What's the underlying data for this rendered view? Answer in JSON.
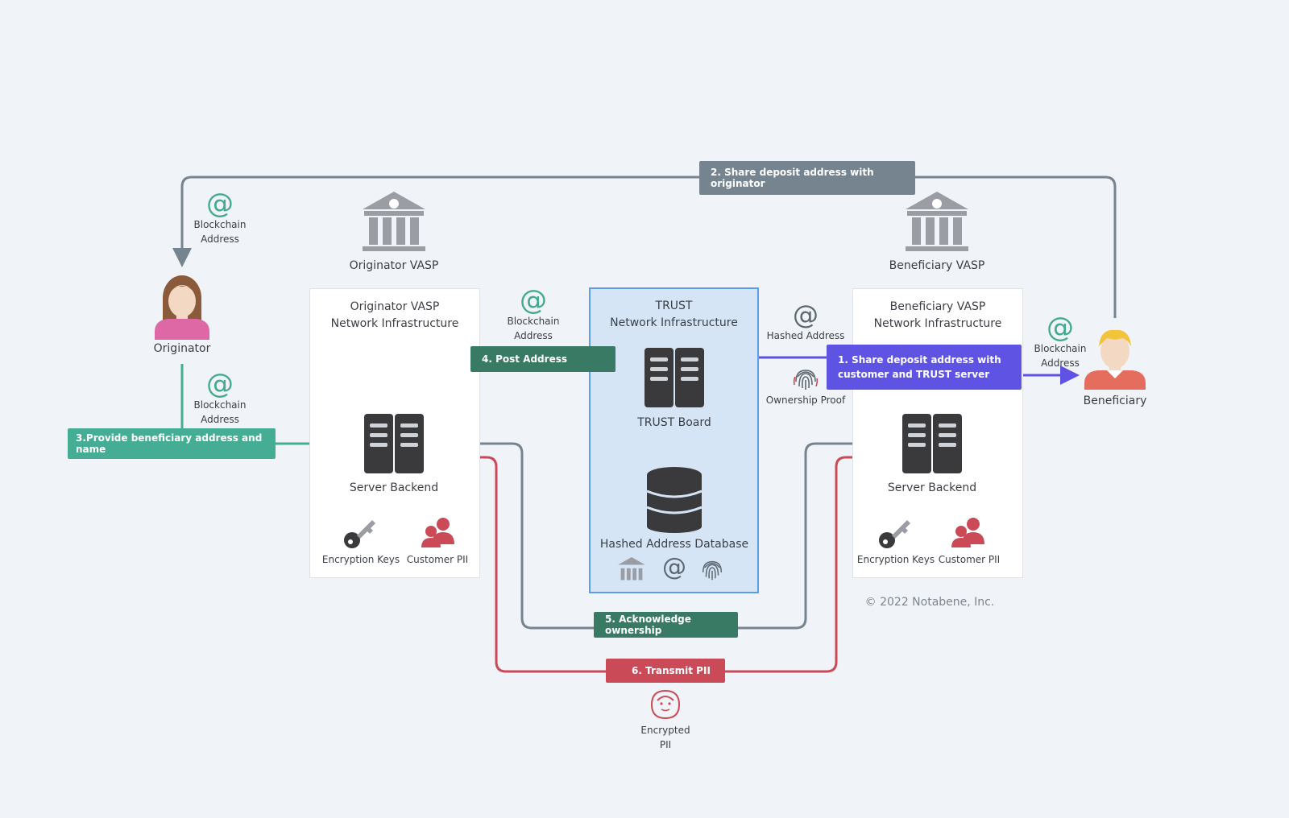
{
  "steps": {
    "step1": "1.  Share deposit address with customer and TRUST server",
    "step2": "2.  Share deposit address with originator",
    "step3": "3.Provide beneficiary address and name",
    "step4": "4.  Post Address",
    "step5": "5.  Acknowledge ownership",
    "step6": "6.  Transmit PII"
  },
  "actors": {
    "originator": "Originator",
    "beneficiary": "Beneficiary"
  },
  "vasps": {
    "originator": "Originator VASP",
    "beneficiary": "Beneficiary VASP"
  },
  "panels": {
    "originator_title_1": "Originator VASP",
    "originator_title_2": "Network Infrastructure",
    "trust_title_1": "TRUST",
    "trust_title_2": "Network Infrastructure",
    "beneficiary_title_1": "Beneficiary VASP",
    "beneficiary_title_2": "Network Infrastructure"
  },
  "nodes": {
    "server_backend": "Server Backend",
    "trust_board": "TRUST Board",
    "hashed_db": "Hashed Address Database",
    "encryption_keys": "Encryption Keys",
    "customer_pii": "Customer PII"
  },
  "annotations": {
    "blockchain": "Blockchain",
    "address": "Address",
    "hashed_address": "Hashed Address",
    "ownership_proof": "Ownership Proof",
    "encrypted": "Encrypted",
    "pii": "PII"
  },
  "copyright": "© 2022 Notabene, Inc.",
  "colors": {
    "gray": "#76848f",
    "green": "#397a64",
    "teal": "#45ad93",
    "purple": "#5f53e4",
    "red": "#cb4a57"
  }
}
